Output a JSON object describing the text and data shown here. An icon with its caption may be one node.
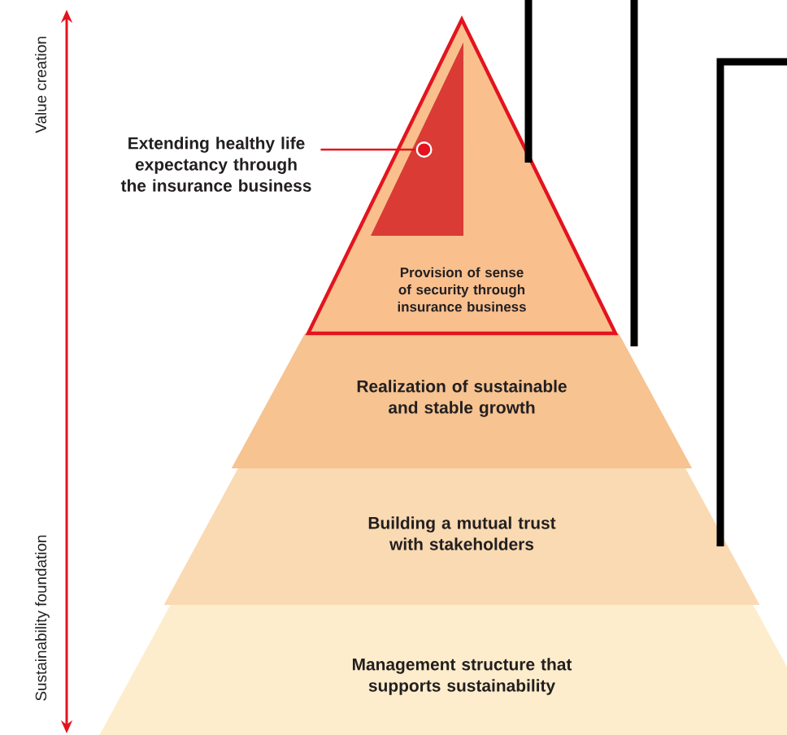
{
  "diagram": {
    "nodes": [
      {
        "text": [
          "Provision of sense of security through insurance business"
        ]
      },
      {
        "text": [],
        "shape": "triangle",
        "in": 0
      },
      {
        "text": [
          "Extending healthy life expectancy through the insurance business"
        ]
      },
      {
        "text": [
          "Realization of sustainable and stable growth"
        ]
      },
      {
        "text": [
          "Building a mutual trust with stakeholders"
        ]
      },
      {
        "text": [
          "Management structure that supports sustainability"
        ]
      }
    ],
    "edges": [
      {
        "from": 2,
        "to": 1,
        "arrow": "other"
      }
    ],
    "labels": [
      "Value creation",
      "Sustainability foundation"
    ]
  }
}
